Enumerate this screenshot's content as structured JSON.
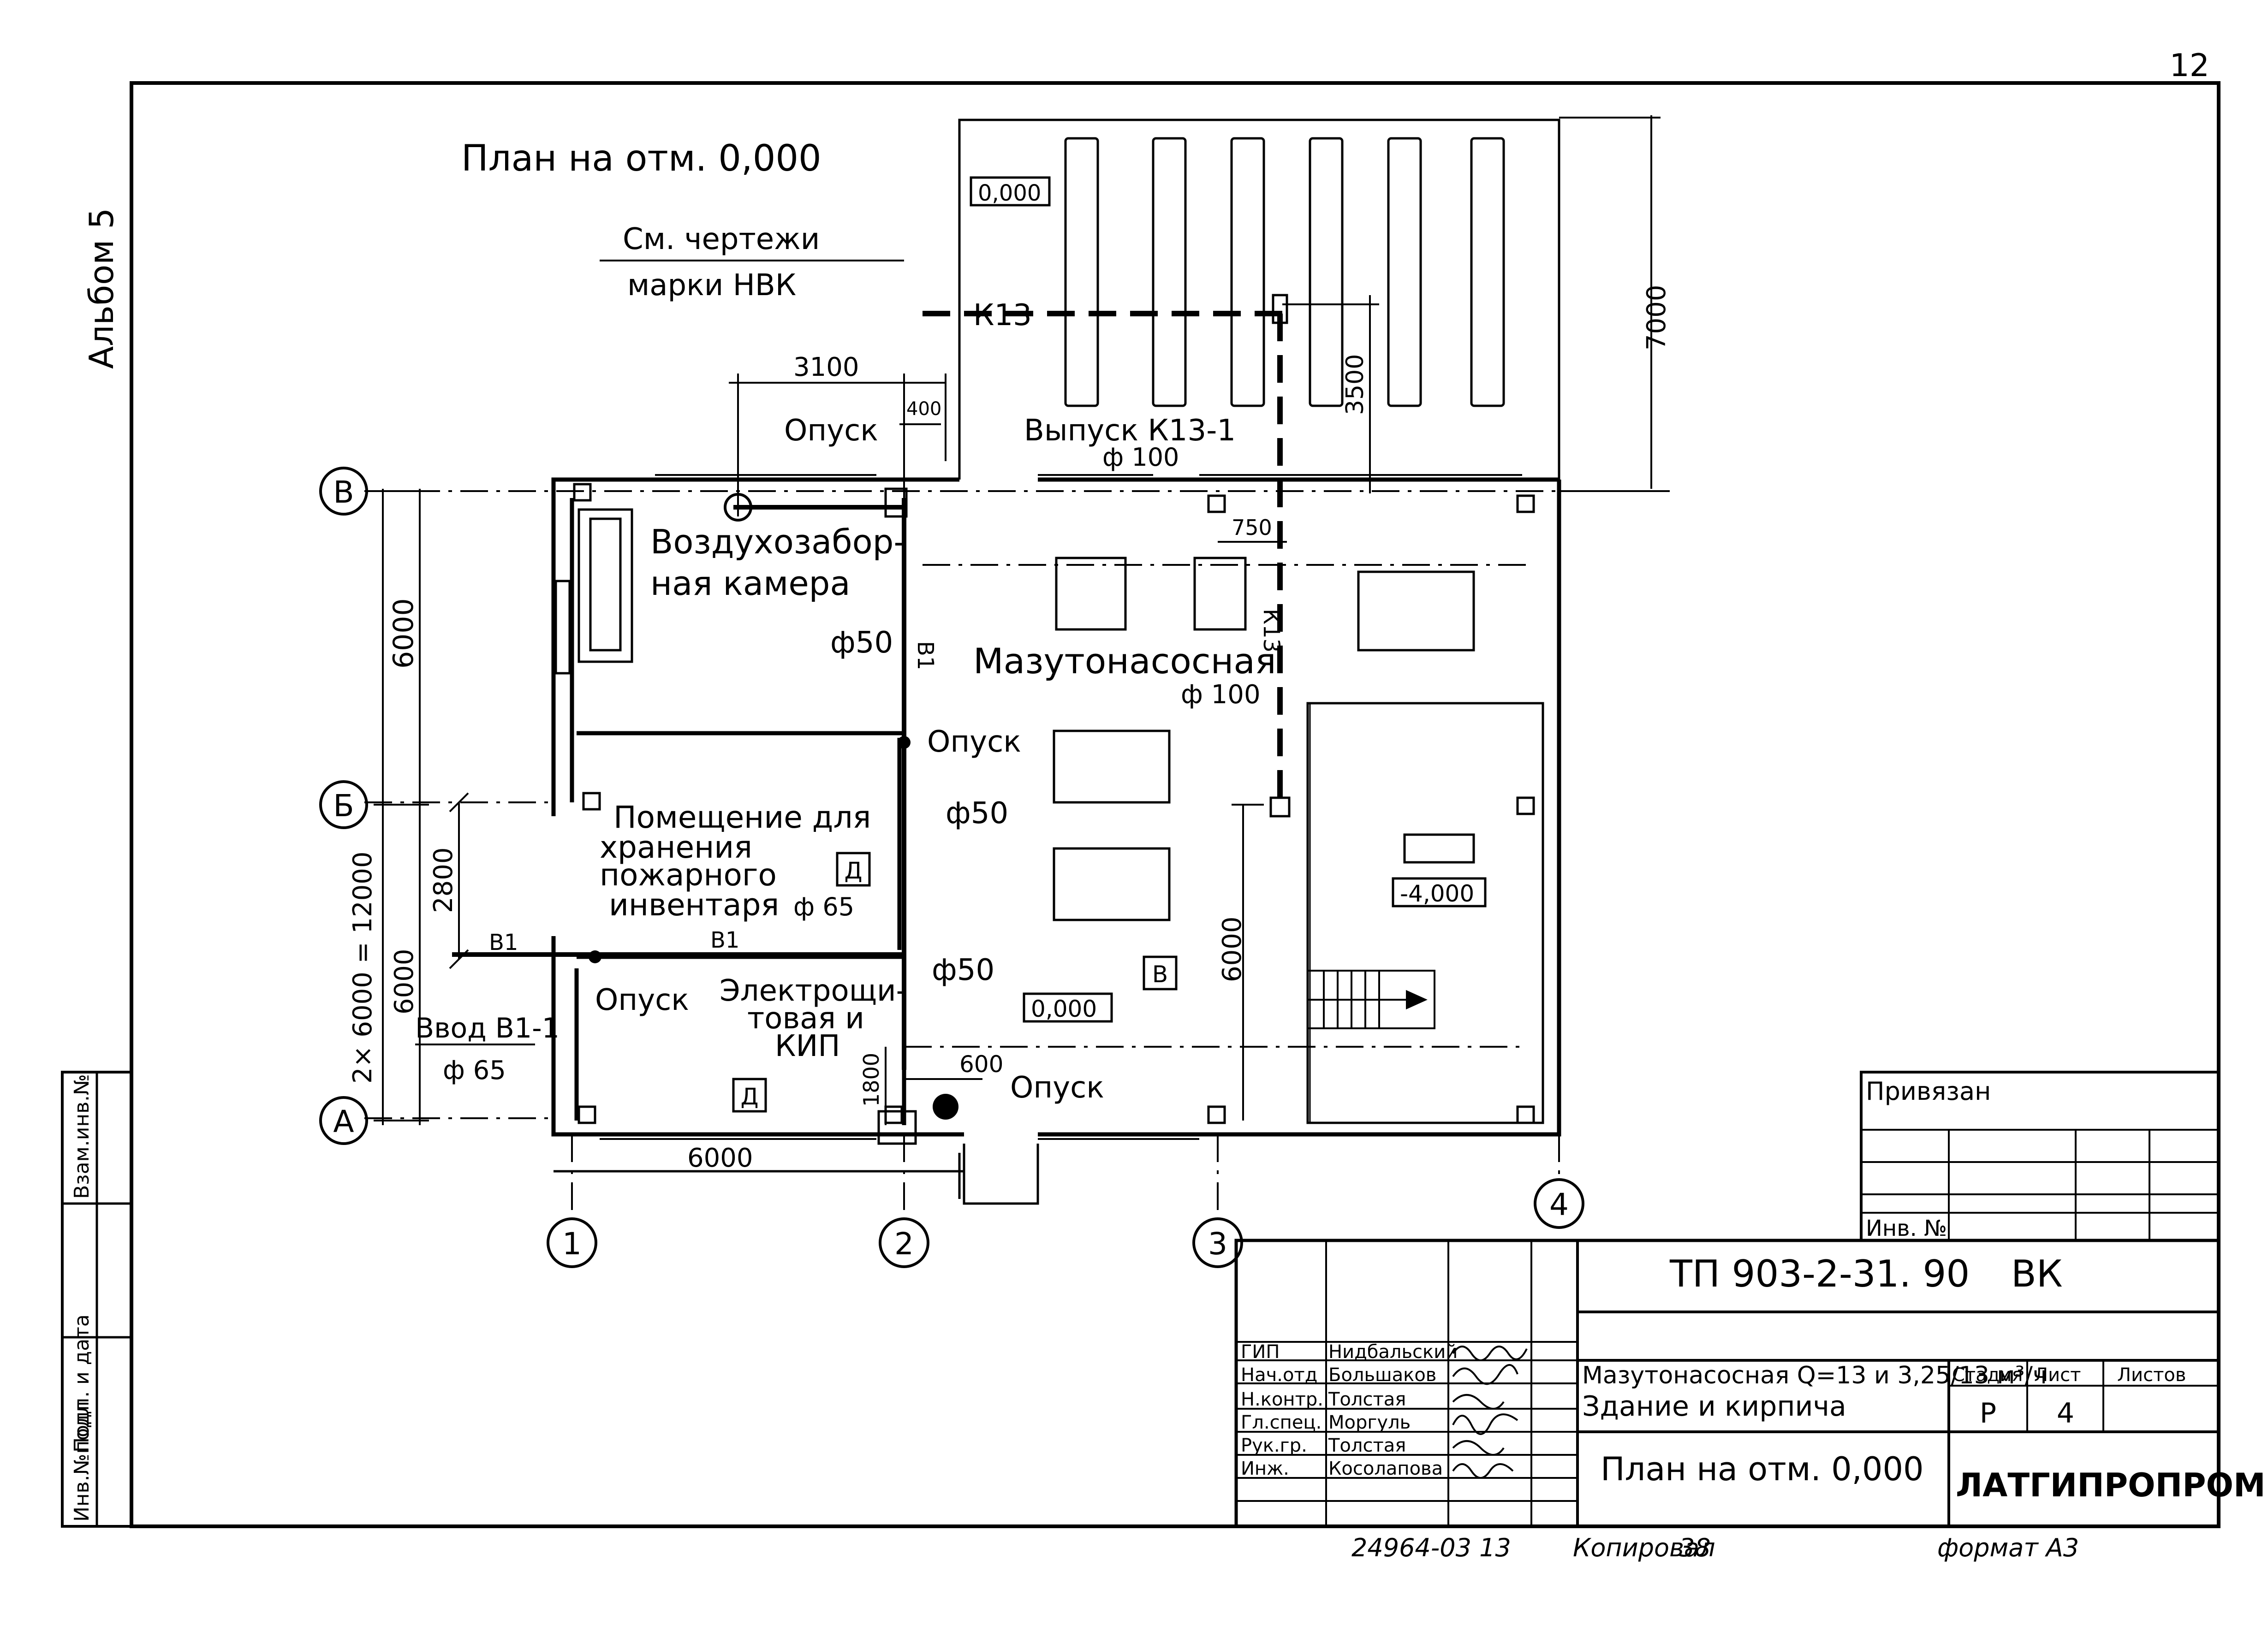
{
  "sheet": {
    "page_number": "12",
    "album": "Альбом 5",
    "plan_title": "План на отм. 0,000"
  },
  "drawing": {
    "note_line1": "См. чертежи",
    "note_line2": "марки НВК",
    "k13": "К13",
    "k13_vertical": "К13",
    "outlet": "Выпуск К13-1",
    "d100_top": "ф 100",
    "d100_mid": "ф 100",
    "d50_a": "ф50",
    "d50_b": "ф50",
    "d50_c": "ф50",
    "d65_a": "ф 65",
    "d65_b": "ф 65",
    "b1_vertical": "В1",
    "b1_left": "В1",
    "b1_mid": "В1",
    "inlet": "Ввод В1-1",
    "drop_1": "Опуск",
    "drop_2": "Опуск",
    "drop_3": "Опуск",
    "drop_4": "Опуск",
    "room_air_1": "Воздухозабор-",
    "room_air_2": "ная камера",
    "room_pump": "Мазутонасосная",
    "room_store_1": "Помещение для",
    "room_store_2": "хранения",
    "room_store_3": "пожарного",
    "room_store_4": "инвентаря",
    "room_elec_1": "Электрощи-",
    "room_elec_2": "товая и",
    "room_elec_3": "КИП",
    "cat_d1": "Д",
    "cat_d2": "Д",
    "cat_v": "В",
    "elev_000_top": "0,000",
    "elev_000_mid": "0,000",
    "elev_minus": "-4,000"
  },
  "dimensions": {
    "d3100": "3100",
    "d400": "400",
    "d3500": "3500",
    "d7000": "7000",
    "d750": "750",
    "d6000_left_top": "6000",
    "d2x6000": "2× 6000 = 12000",
    "d2800": "2800",
    "d6000_left_bottom": "6000",
    "d1800": "1800",
    "d600": "600",
    "d6000_bottom": "6000",
    "d6000_right": "6000"
  },
  "axes": {
    "row_v": "В",
    "row_b": "Б",
    "row_a": "А",
    "col_1": "1",
    "col_2": "2",
    "col_3": "3",
    "col_4": "4"
  },
  "side_stamp": {
    "inv_orig": "Инв.№подл",
    "sign_date": "Подп. и дата",
    "vzam_inv": "Взам.инв.№"
  },
  "binding": {
    "title": "Привязан",
    "inv_no": "Инв. №"
  },
  "title_block": {
    "code": "ТП 903-2-31. 90",
    "mark": "ВК",
    "project_line1": "Мазутонасосная Q=13 и 3,25/13 м³/ч",
    "project_line2": "Здание и кирпича",
    "sheet_title": "План на отм. 0,000",
    "stage_label": "Стадия",
    "sheet_label": "Лист",
    "sheets_label": "Листов",
    "stage_value": "Р",
    "sheet_value": "4",
    "organization": "ЛАТГИПРОПРОМ",
    "staff": [
      {
        "role": "ГИП",
        "name": "Нидбальский"
      },
      {
        "role": "Нач.отд",
        "name": "Большаков"
      },
      {
        "role": "Н.контр.",
        "name": "Толстая"
      },
      {
        "role": "Гл.спец.",
        "name": "Моргуль"
      },
      {
        "role": "Рук.гр.",
        "name": "Толстая"
      },
      {
        "role": "Инж.",
        "name": "Косолапова"
      }
    ]
  },
  "footer": {
    "archive": "24964-03 13",
    "copied": "Копировал",
    "copied_sign": "38",
    "format": "формат А3"
  }
}
